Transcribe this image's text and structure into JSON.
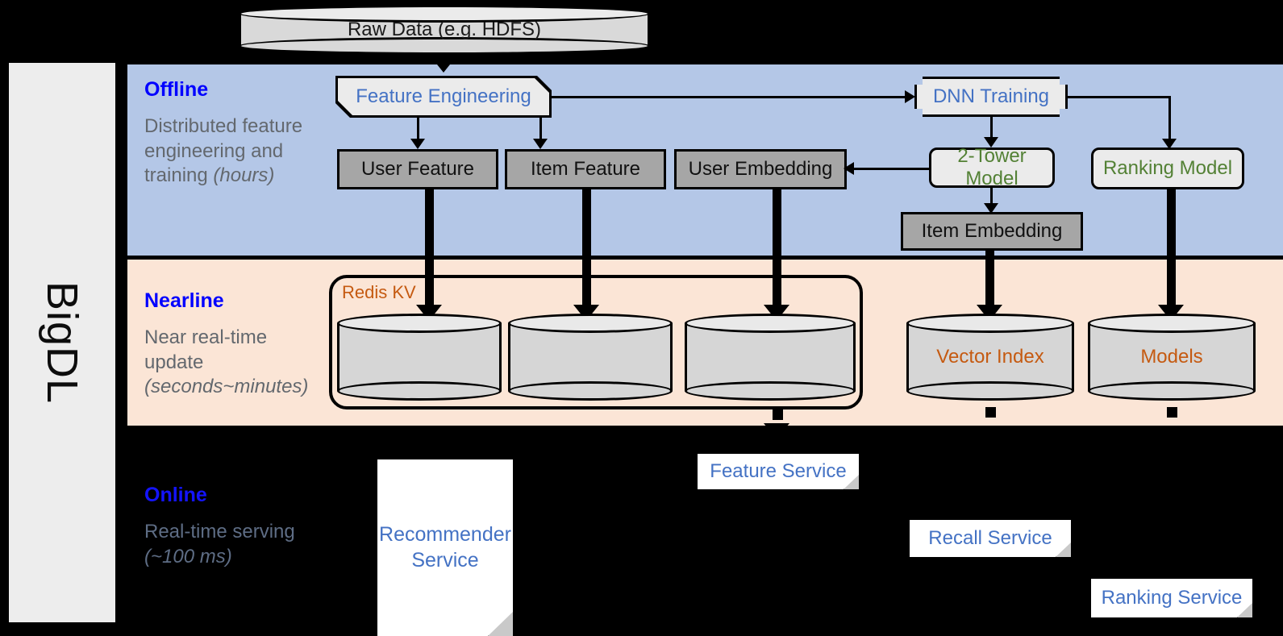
{
  "sidebar": {
    "label": "BigDL"
  },
  "layers": [
    {
      "id": "offline",
      "title": "Offline",
      "subtitle": "Distributed feature engineering and training ",
      "subtitle_em": "(hours)",
      "bg": "#b4c7e7"
    },
    {
      "id": "nearline",
      "title": "Nearline",
      "subtitle": "Near real-time update ",
      "subtitle_em": "(seconds~minutes)",
      "bg": "#fbe5d6"
    },
    {
      "id": "online",
      "title": "Online",
      "subtitle": "Real-time serving ",
      "subtitle_em": "(~100 ms)",
      "bg": "#000000"
    }
  ],
  "nodes": {
    "raw_data": "Raw Data (e.g. HDFS)",
    "feature_engineering": "Feature Engineering",
    "dnn_training": "DNN Training",
    "user_feature": "User Feature",
    "item_feature": "Item Feature",
    "user_embedding": "User Embedding",
    "two_tower_model": "2-Tower Model",
    "ranking_model": "Ranking Model",
    "item_embedding": "Item Embedding",
    "redis_kv": "Redis KV",
    "vector_index": "Vector Index",
    "models": "Models",
    "recommender_service": "Recommender Service",
    "feature_service": "Feature Service",
    "recall_service": "Recall Service",
    "ranking_service": "Ranking Service"
  },
  "colors": {
    "layer_title": "#0000ff",
    "layer_subtitle": "#63686e",
    "process_blue": "#4472c4",
    "process_green": "#538135",
    "store_orange": "#c55a11",
    "data_box": "#a6a6a6",
    "offline_band": "#b4c7e7",
    "nearline_band": "#fbe5d6",
    "online_band": "#000000"
  }
}
